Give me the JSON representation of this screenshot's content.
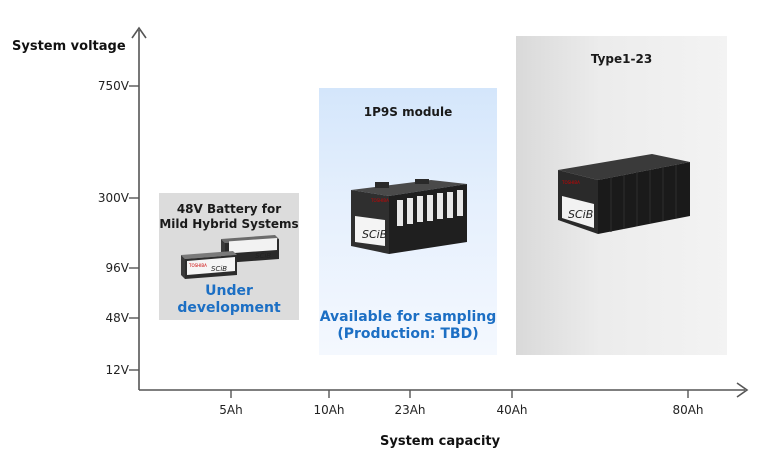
{
  "axes": {
    "y_title": "System voltage",
    "x_title": "System capacity",
    "y_ticks": [
      "750V",
      "300V",
      "96V",
      "48V",
      "12V"
    ],
    "x_ticks": [
      "5Ah",
      "10Ah",
      "23Ah",
      "40Ah",
      "80Ah"
    ]
  },
  "products": [
    {
      "title_lines": [
        "48V Battery for",
        "Mild Hybrid Systems"
      ],
      "status_lines": [
        "Under",
        "development"
      ],
      "image_text": [
        "TOSHIBA",
        "SCiB"
      ]
    },
    {
      "title": "1P9S module",
      "status_lines": [
        "Available for sampling",
        "(Production: TBD)"
      ],
      "image_text": [
        "TOSHIBA",
        "SCiB"
      ]
    },
    {
      "title": "Type1-23",
      "image_text": [
        "TOSHIBA",
        "SCiB"
      ]
    }
  ],
  "colors": {
    "status_blue": "#1c6fc4",
    "axis": "#555555"
  }
}
